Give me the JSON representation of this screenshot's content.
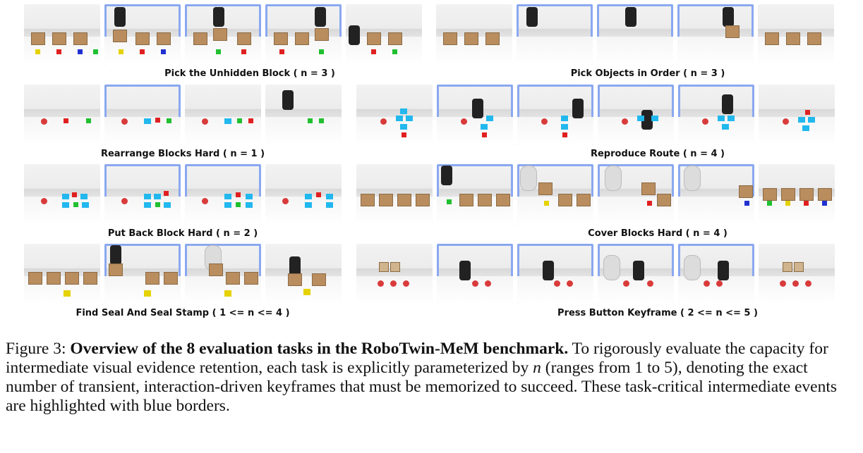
{
  "figure": {
    "tasks": [
      {
        "label": "Pick the Unhidden Block ( n = 3 )",
        "frames": 5,
        "key_frames": [
          1,
          2,
          3
        ]
      },
      {
        "label": "Pick Objects in Order ( n = 3 )",
        "frames": 5,
        "key_frames": [
          1,
          2,
          3
        ]
      },
      {
        "label": "Rearrange Blocks Hard ( n = 1 )",
        "frames": 4,
        "key_frames": [
          1
        ]
      },
      {
        "label": "Reproduce Route ( n = 4 )",
        "frames": 6,
        "key_frames": [
          1,
          2,
          3,
          4
        ]
      },
      {
        "label": "Put Back Block Hard ( n = 2 )",
        "frames": 4,
        "key_frames": [
          1,
          2
        ]
      },
      {
        "label": "Cover Blocks Hard ( n = 4 )",
        "frames": 6,
        "key_frames": [
          1,
          2,
          3,
          4
        ]
      },
      {
        "label": "Find Seal And Seal Stamp ( 1 <= n <= 4 )",
        "frames": 4,
        "key_frames": [
          1,
          2
        ]
      },
      {
        "label": "Press Button Keyframe ( 2 <= n <= 5 )",
        "frames": 6,
        "key_frames": [
          1,
          2,
          3,
          4
        ]
      }
    ],
    "key_border_color": "#8aa8f0"
  },
  "caption": {
    "prefix": "Figure 3: ",
    "title": "Overview of the 8 evaluation tasks in the RoboTwin-MeM benchmark.",
    "body_1": " To rigorously evaluate the capacity for intermediate visual evidence retention, each task is explicitly parameterized by ",
    "math_n": "n",
    "body_2": " (ranges from 1 to 5), denoting the exact number of transient, interaction-driven keyframes that must be memorized to succeed. These task-critical intermediate events are highlighted with blue borders."
  }
}
